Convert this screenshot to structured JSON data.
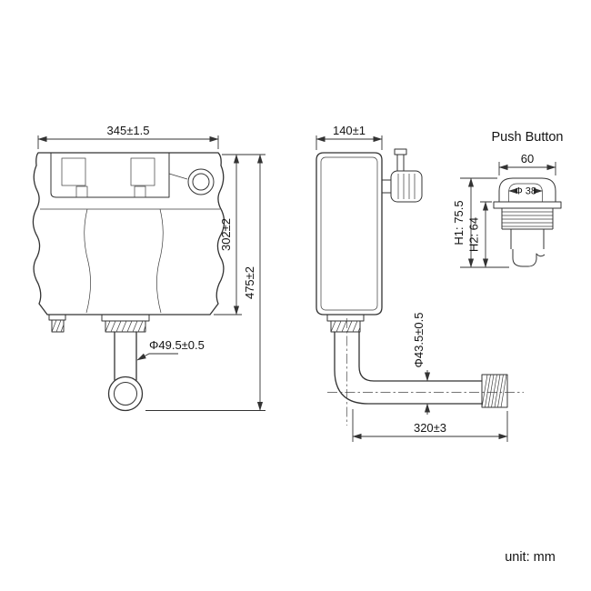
{
  "front_view": {
    "width": "345±1.5",
    "tank_height": "302±2",
    "total_height": "475±2",
    "outlet_diameter": "Φ49.5±0.5"
  },
  "side_view": {
    "depth": "140±1",
    "pipe_diameter": "Φ43.5±0.5",
    "pipe_length": "320±3"
  },
  "push_button": {
    "title": "Push Button",
    "width": "60",
    "button_diameter": "Φ 38",
    "h1": "H1: 75.5",
    "h2": "H2: 64"
  },
  "footer": {
    "unit": "unit: mm"
  },
  "style": {
    "line_color": "#333333",
    "background": "#ffffff"
  }
}
